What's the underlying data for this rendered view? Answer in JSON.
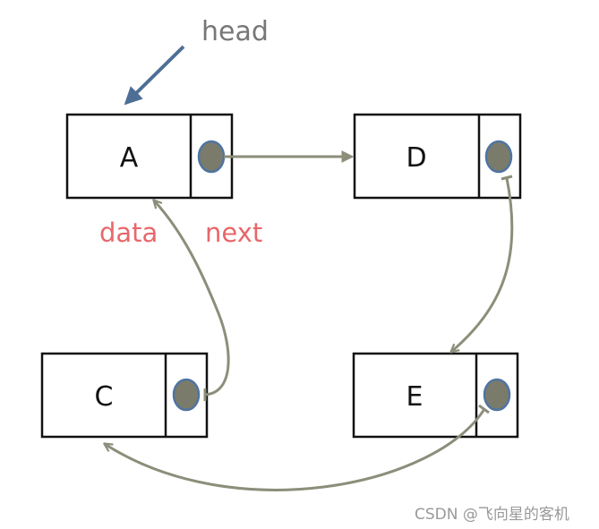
{
  "diagram": {
    "head_label": "head",
    "data_label": "data",
    "next_label": "next",
    "nodes": [
      {
        "id": "A",
        "label": "A"
      },
      {
        "id": "D",
        "label": "D"
      },
      {
        "id": "C",
        "label": "C"
      },
      {
        "id": "E",
        "label": "E"
      }
    ],
    "edges": [
      {
        "from": "A",
        "to": "D"
      },
      {
        "from": "D",
        "to": "E"
      },
      {
        "from": "E",
        "to": "C"
      },
      {
        "from": "C",
        "to": "A"
      }
    ],
    "colors": {
      "pointer_dot": "#7a7b6b",
      "pointer_dot_stroke": "#4f74a3",
      "edge": "#8c8e7a",
      "head_arrow": "#4d6f96",
      "field_label": "#e8676b",
      "node_border": "#111111"
    }
  },
  "watermark": "CSDN @飞向星的客机"
}
